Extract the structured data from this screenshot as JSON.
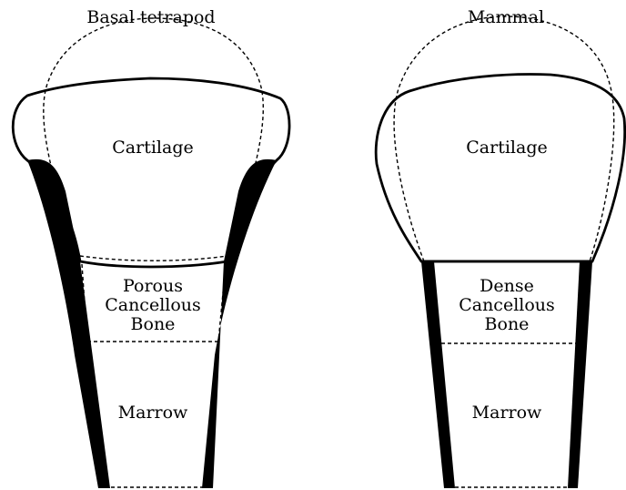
{
  "panels": [
    {
      "title": "Basal tetrapod",
      "regions": {
        "cartilage": "Cartilage",
        "cancellous": [
          "Porous",
          "Cancellous",
          "Bone"
        ],
        "marrow": "Marrow"
      }
    },
    {
      "title": "Mammal",
      "regions": {
        "cartilage": "Cartilage",
        "cancellous": [
          "Dense",
          "Cancellous",
          "Bone"
        ],
        "marrow": "Marrow"
      }
    }
  ],
  "colors": {
    "outline": "#000000",
    "cortical_bone": "#000000",
    "background": "#ffffff"
  }
}
